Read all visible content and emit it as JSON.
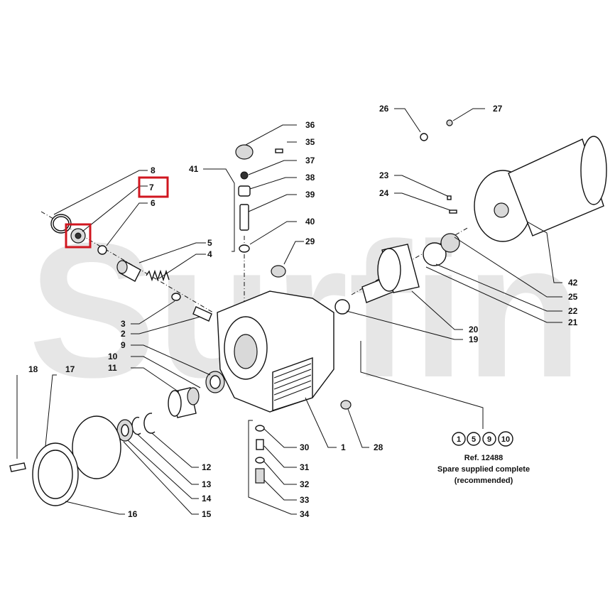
{
  "watermark": "Surfin",
  "callouts": [
    {
      "id": "36",
      "label": "36"
    },
    {
      "id": "35",
      "label": "35"
    },
    {
      "id": "37",
      "label": "37"
    },
    {
      "id": "38",
      "label": "38"
    },
    {
      "id": "39",
      "label": "39"
    },
    {
      "id": "40",
      "label": "40"
    },
    {
      "id": "41",
      "label": "41"
    },
    {
      "id": "29",
      "label": "29"
    },
    {
      "id": "26",
      "label": "26"
    },
    {
      "id": "27",
      "label": "27"
    },
    {
      "id": "23",
      "label": "23"
    },
    {
      "id": "24",
      "label": "24"
    },
    {
      "id": "8",
      "label": "8"
    },
    {
      "id": "7",
      "label": "7"
    },
    {
      "id": "6",
      "label": "6"
    },
    {
      "id": "5",
      "label": "5"
    },
    {
      "id": "4",
      "label": "4"
    },
    {
      "id": "3",
      "label": "3"
    },
    {
      "id": "2",
      "label": "2"
    },
    {
      "id": "9",
      "label": "9"
    },
    {
      "id": "10",
      "label": "10"
    },
    {
      "id": "11",
      "label": "11"
    },
    {
      "id": "18",
      "label": "18"
    },
    {
      "id": "17",
      "label": "17"
    },
    {
      "id": "42",
      "label": "42"
    },
    {
      "id": "25",
      "label": "25"
    },
    {
      "id": "22",
      "label": "22"
    },
    {
      "id": "21",
      "label": "21"
    },
    {
      "id": "20",
      "label": "20"
    },
    {
      "id": "19",
      "label": "19"
    },
    {
      "id": "1",
      "label": "1"
    },
    {
      "id": "28",
      "label": "28"
    },
    {
      "id": "30",
      "label": "30"
    },
    {
      "id": "31",
      "label": "31"
    },
    {
      "id": "32",
      "label": "32"
    },
    {
      "id": "33",
      "label": "33"
    },
    {
      "id": "34",
      "label": "34"
    },
    {
      "id": "12",
      "label": "12"
    },
    {
      "id": "13",
      "label": "13"
    },
    {
      "id": "14",
      "label": "14"
    },
    {
      "id": "15",
      "label": "15"
    },
    {
      "id": "16",
      "label": "16"
    }
  ],
  "highlighted_part": "7",
  "spare_kit": {
    "parts": [
      "1",
      "5",
      "9",
      "10"
    ],
    "ref": "Ref. 12488",
    "line1": "Spare supplied complete",
    "line2": "(recommended)"
  },
  "colors": {
    "highlight": "#d0161f",
    "watermark": "#e6e6e6",
    "ink": "#111111"
  }
}
